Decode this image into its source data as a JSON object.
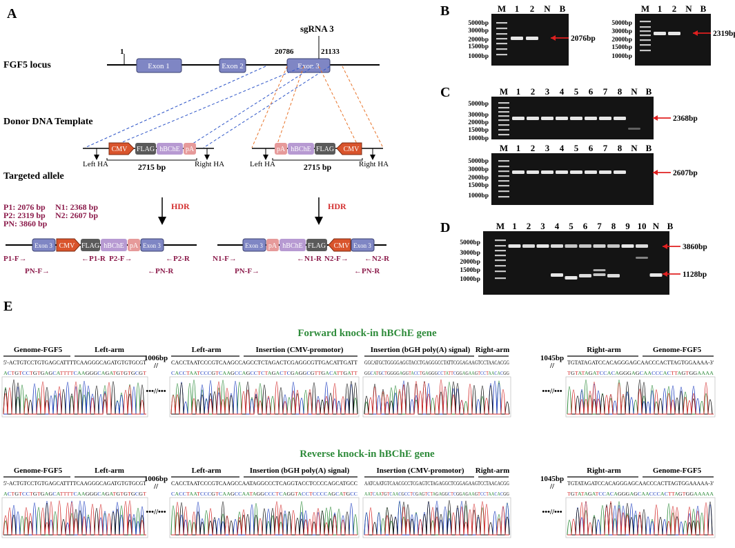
{
  "panel_labels": {
    "a": "A",
    "b": "B",
    "c": "C",
    "d": "D",
    "e": "E"
  },
  "panelA": {
    "sgrna": "sgRNA 3",
    "pos1": "1",
    "pos2": "20786",
    "pos3": "21133",
    "locus_label": "FGF5 locus",
    "exon1": "Exon 1",
    "exon2": "Exon 2",
    "exon3": "Exon 3",
    "donor_label": "Donor DNA Template",
    "targeted_label": "Targeted allele",
    "left_ha": "Left HA",
    "right_ha": "Right HA",
    "bp_size": "2715 bp",
    "cmv": "CMV",
    "flag": "FLAG",
    "hbche": "hBChE",
    "pa": "pA",
    "exon3_short": "Exon 3",
    "hdr": "HDR",
    "products": [
      "P1: 2076 bp",
      "P2: 2319 bp",
      "PN: 3860 bp",
      "N1: 2368 bp",
      "N2: 2607 bp"
    ],
    "primers_fwd": {
      "p1f": "P1-F→",
      "pnf": "PN-F→",
      "p1r": "←P1-R",
      "p2f": "P2-F→",
      "pnr": "←PN-R",
      "p2r": "←P2-R"
    },
    "primers_rev": {
      "n1f": "N1-F→",
      "pnf": "PN-F→",
      "n1r": "←N1-R",
      "n2f": "N2-F→",
      "pnr": "←PN-R",
      "n2r": "←N2-R"
    }
  },
  "gels": {
    "marker": "M",
    "bp5000": "5000bp",
    "bp3000": "3000bp",
    "bp2000": "2000bp",
    "bp1500": "1500bp",
    "bp1000": "1000bp",
    "b1_lanes": [
      "1",
      "2",
      "N",
      "B"
    ],
    "b1_band": "2076bp",
    "b2_lanes": [
      "1",
      "2",
      "N",
      "B"
    ],
    "b2_band": "2319bp",
    "c_lanes": [
      "1",
      "2",
      "3",
      "4",
      "5",
      "6",
      "7",
      "8",
      "N",
      "B"
    ],
    "c1_band": "2368bp",
    "c2_band": "2607bp",
    "d_lanes": [
      "1",
      "2",
      "3",
      "4",
      "5",
      "6",
      "7",
      "8",
      "9",
      "10",
      "N",
      "B"
    ],
    "d_band_hi": "3860bp",
    "d_band_lo": "1128bp"
  },
  "panelE": {
    "fwd_title": "Forward knock-in hBChE gene",
    "rev_title": "Reverse knock-in hBChE gene",
    "gap1006": "1006bp",
    "gap1045": "1045bp",
    "fwd_labels": [
      "Genome-FGF5",
      "Left-arm",
      "Left-arm",
      "Insertion (CMV-promotor)",
      "Insertion (bGH poly(A) signal)",
      "Right-arm",
      "Right-arm",
      "Genome-FGF5"
    ],
    "rev_labels": [
      "Genome-FGF5",
      "Left-arm",
      "Left-arm",
      "Insertion (bGH poly(A) signal)",
      "Insertion (CMV-promotor)",
      "Right-arm",
      "Right-arm",
      "Genome-FGF5"
    ],
    "fwd_seq": [
      "5'-ACTGTCCTGTGAGCATTTTCAAGGGCAGATGTGTGCGT",
      "CACCTAATCCCGTCAAGCCAGCCTCTAGACTCGAGGCGTTGACATTGATT",
      "GGCATGCTGGGGAGGTACCTGAGGGCCTATTCGGAGAAGTCCTAACACGG",
      "TGTATAGATCCACAGGGAGCAACCCACTTAGTGGAAAA-3'"
    ],
    "rev_seq": [
      "5'-ACTGTCCTGTGAGCATTTTCAAGGGCAGATGTGTGCGT",
      "CACCTAATCCCGTCAAGCCAATAGGCCCTCAGGTACCTCCCCAGCATGCC",
      "AATCAATGTCAACGCCTCGAGTCTAGAGGCTCGGAGAAGTCCTAACACGG",
      "TGTATAGATCCACAGGGAGCAACCCACTTAGTGGAAAAA-3'"
    ],
    "ellipsis": "•••//•••"
  }
}
